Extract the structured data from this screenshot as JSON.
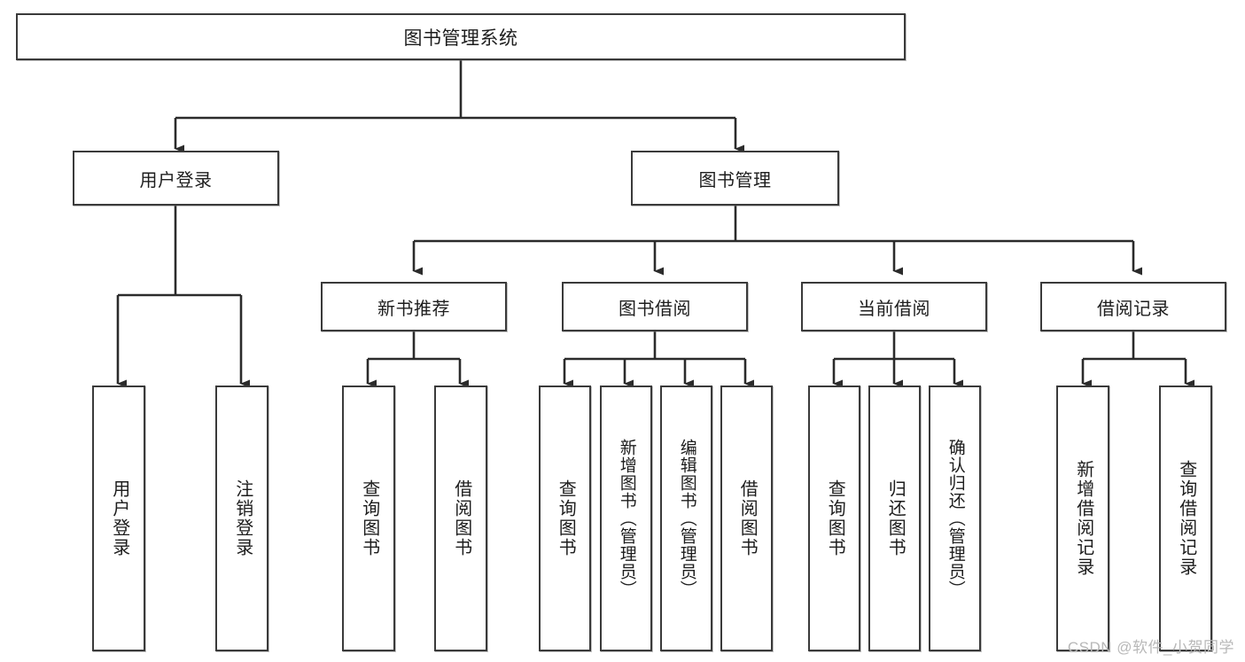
{
  "diagram": {
    "title": "图书管理系统",
    "type": "tree-hierarchy-diagram",
    "watermark": "CSDN @软件_小贺同学",
    "colors": {
      "box_border": "#3a3a3a",
      "box_fill": "#ffffff",
      "connector": "#2b2b2b",
      "text": "#1d1d1d",
      "watermark": "#b8b8b8",
      "background": "#ffffff"
    },
    "root": {
      "label": "图书管理系统"
    },
    "level1": [
      {
        "label": "用户登录"
      },
      {
        "label": "图书管理"
      }
    ],
    "level2": [
      {
        "label": "新书推荐"
      },
      {
        "label": "图书借阅"
      },
      {
        "label": "当前借阅"
      },
      {
        "label": "借阅记录"
      }
    ],
    "leaves": {
      "user_login": [
        {
          "label": "用户登录"
        },
        {
          "label": "注销登录"
        }
      ],
      "new_book_recommend": [
        {
          "label": "查询图书"
        },
        {
          "label": "借阅图书"
        }
      ],
      "book_borrow": [
        {
          "label": "查询图书"
        },
        {
          "label": "新增图书（管理员）"
        },
        {
          "label": "编辑图书（管理员）"
        },
        {
          "label": "借阅图书"
        }
      ],
      "current_borrow": [
        {
          "label": "查询图书"
        },
        {
          "label": "归还图书"
        },
        {
          "label": "确认归还（管理员）"
        }
      ],
      "borrow_record": [
        {
          "label": "新增借阅记录"
        },
        {
          "label": "查询借阅记录"
        }
      ]
    }
  }
}
